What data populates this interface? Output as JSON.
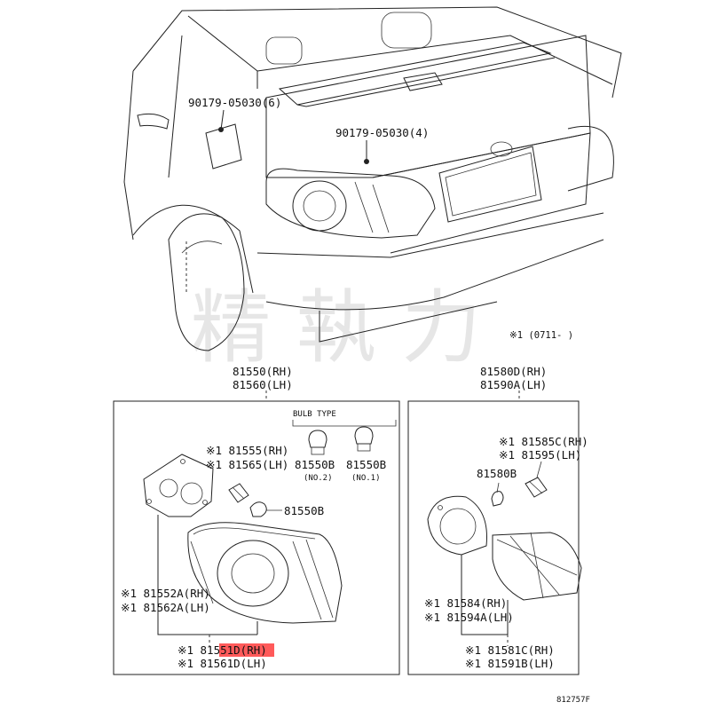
{
  "callouts": {
    "bolt_side": "90179-05030(6)",
    "bolt_rear": "90179-05030(4)",
    "footnote": "※1 (0711-    )",
    "left_assy_rh": "81550(RH)",
    "left_assy_lh": "81560(LH)",
    "right_assy_rh": "81580D(RH)",
    "right_assy_lh": "81590A(LH)",
    "bulb_type": "BULB TYPE",
    "socket_rh": "※1 81555(RH)",
    "socket_lh": "※1 81565(LH)",
    "bulb_no2": "81550B",
    "bulb_no2_note": "(NO.2)",
    "bulb_no1": "81550B",
    "bulb_no1_note": "(NO.1)",
    "bulb_small": "81550B",
    "gasket_rh": "※1 81552A(RH)",
    "gasket_lh": "※1 81562A(LH)",
    "lens_rh": "※1 81551D(RH)",
    "lens_lh": "※1 81561D(LH)",
    "r_socket_rh": "※1 81585C(RH)",
    "r_socket_lh": "※1 81595(LH)",
    "r_bulb": "81580B",
    "r_gasket_rh": "※1 81584(RH)",
    "r_gasket_lh": "※1 81594A(LH)",
    "r_lens_rh": "※1 81581C(RH)",
    "r_lens_lh": "※1 81591B(LH)",
    "figure_id": "812757F"
  },
  "highlight": {
    "part": "lens_rh",
    "color": "#ff5a5a"
  },
  "watermark": "精 執 力"
}
